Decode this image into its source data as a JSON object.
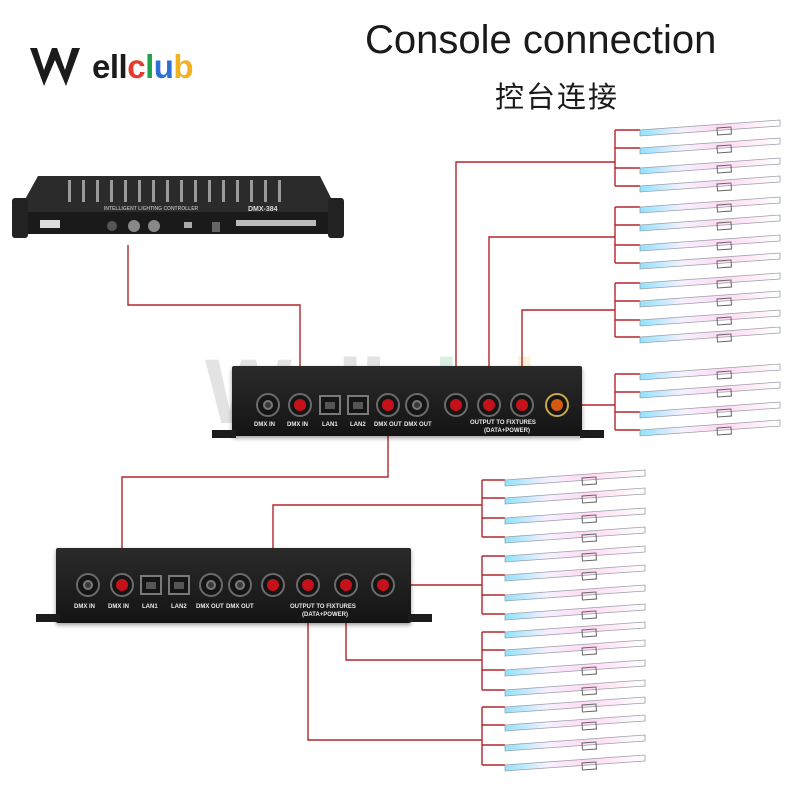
{
  "brand": {
    "logo_text": "Wellclub",
    "letters": [
      {
        "ch": "W",
        "color": "#1b1b1b"
      },
      {
        "ch": "e",
        "color": "#1b1b1b"
      },
      {
        "ch": "l",
        "color": "#1b1b1b"
      },
      {
        "ch": "l",
        "color": "#1b1b1b"
      },
      {
        "ch": "c",
        "color": "#e63b2e"
      },
      {
        "ch": "l",
        "color": "#1fa44a"
      },
      {
        "ch": "u",
        "color": "#2c6fd6"
      },
      {
        "ch": "b",
        "color": "#f2b220"
      }
    ],
    "watermark": "Wellclub"
  },
  "title": "Console connection",
  "subtitle": "控台连接",
  "console": {
    "model_label": "DMX-384",
    "panel_text": "INTELLIGENT LIGHTING CONTROLLER"
  },
  "box_top": {
    "labels": {
      "dmx_in_1": "DMX IN",
      "dmx_in_2": "DMX IN",
      "lan1": "LAN1",
      "lan2": "LAN2",
      "dmx_out_1": "DMX OUT",
      "dmx_out_2": "DMX OUT",
      "output_1": "OUTPUT TO FIXTURES",
      "output_2": "(DATA+POWER)"
    }
  },
  "box_bottom": {
    "labels": {
      "dmx_in_1": "DMX IN",
      "dmx_in_2": "DMX IN",
      "lan1": "LAN1",
      "lan2": "LAN2",
      "dmx_out_1": "DMX OUT",
      "dmx_out_2": "DMX OUT",
      "output_1": "OUTPUT TO FIXTURES",
      "output_2": "(DATA+POWER)"
    }
  },
  "colors": {
    "wire": "#b3262b",
    "device": "#1b1b1b"
  }
}
